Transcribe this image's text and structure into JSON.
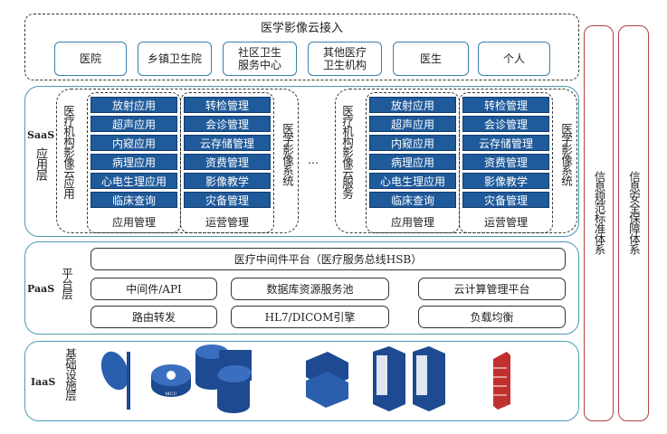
{
  "access": {
    "title": "医学影像云接入",
    "items": [
      "医院",
      "乡镇卫生院",
      "社区卫生\n服务中心",
      "其他医疗\n卫生机构",
      "医生",
      "个人"
    ]
  },
  "saas": {
    "label": "SaaS",
    "name": "应用层",
    "ellipsis": "…",
    "groups": [
      {
        "left_title": "医疗机构影像云应用",
        "right_title": "医学影像系统",
        "col1": [
          "放射应用",
          "超声应用",
          "内窥应用",
          "病理应用",
          "心电生理应用",
          "临床查询"
        ],
        "col2": [
          "转检管理",
          "会诊管理",
          "云存储管理",
          "资费管理",
          "影像教学",
          "灾备管理"
        ],
        "col1_footer": "应用管理",
        "col2_footer": "运营管理"
      },
      {
        "left_title": "医疗机构影像云服务",
        "right_title": "医学影像系统",
        "col1": [
          "放射应用",
          "超声应用",
          "内窥应用",
          "病理应用",
          "心电生理应用",
          "临床查询"
        ],
        "col2": [
          "转检管理",
          "会诊管理",
          "云存储管理",
          "资费管理",
          "影像教学",
          "灾备管理"
        ],
        "col1_footer": "应用管理",
        "col2_footer": "运营管理"
      }
    ]
  },
  "paas": {
    "label": "PaaS",
    "name": "平台层",
    "bus": "医疗中间件平台（医疗服务总线HSB）",
    "items": [
      "中间件/API",
      "数据库资源服务池",
      "云计算管理平台",
      "路由转发",
      "HL7/DICOM引擎",
      "负载均衡"
    ]
  },
  "iaas": {
    "label": "IaaS",
    "name": "基础设施层",
    "mcu_label": "MCU",
    "icons": [
      "satellite-dish-icon",
      "mcu-icon",
      "database-icon",
      "storage-array-icon",
      "server-rack-icon",
      "firewall-icon"
    ]
  },
  "side": [
    "信息规范标准体系",
    "信息安全保障体系"
  ],
  "colors": {
    "teal": "#4a9ab8",
    "blue": "#1f5a9a",
    "red": "#b04040"
  }
}
